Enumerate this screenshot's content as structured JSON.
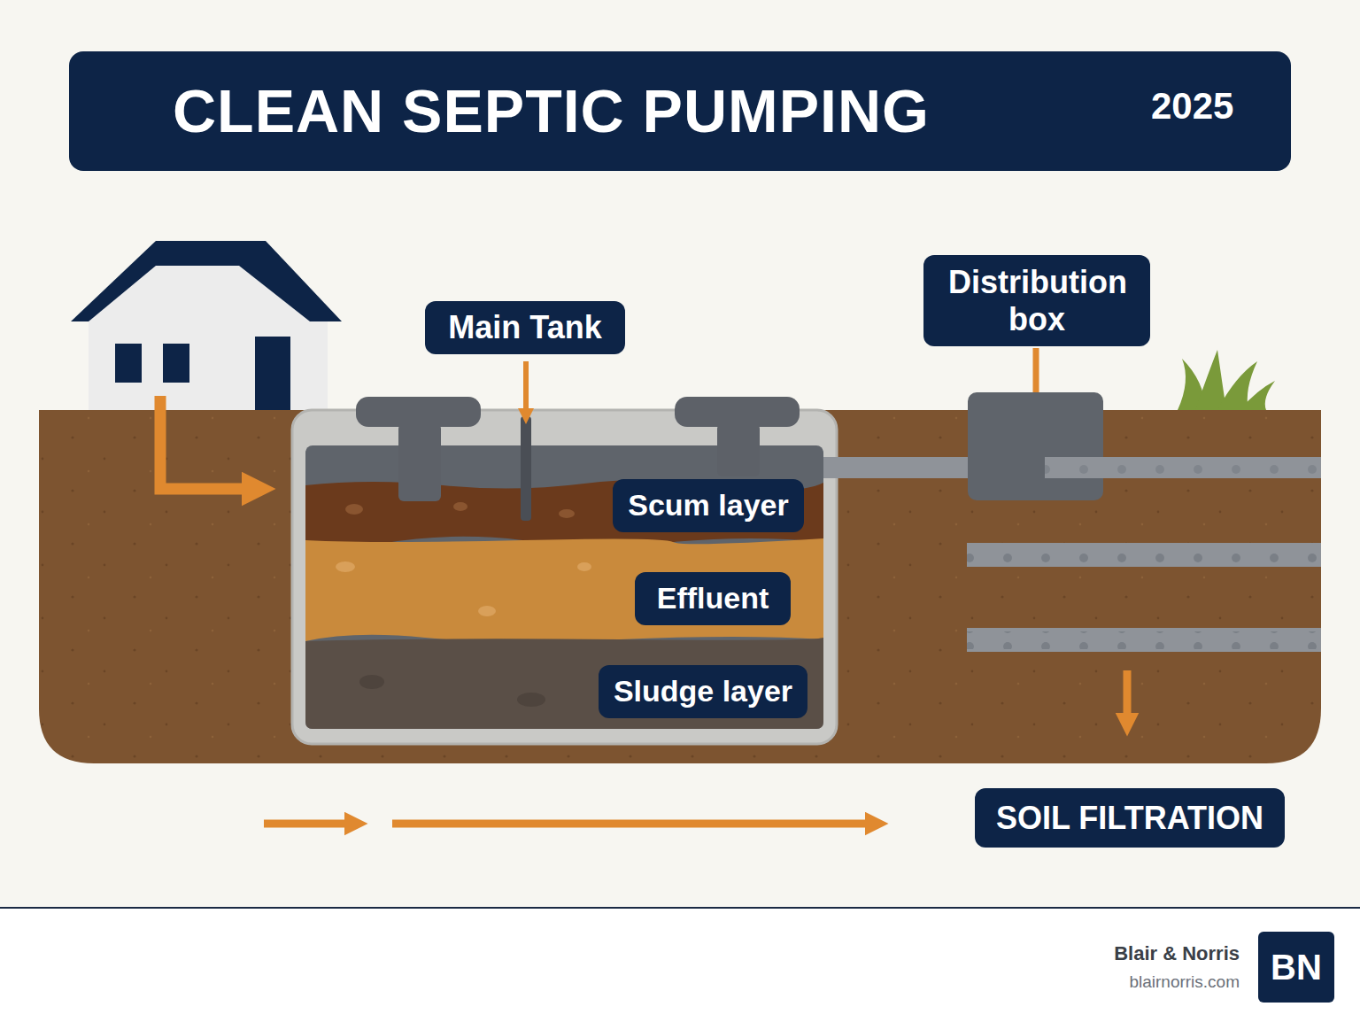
{
  "diagram": {
    "title": "CLEAN SEPTIC PUMPING",
    "nodes": [
      {
        "text": [
          "Main Tank"
        ]
      },
      {
        "text": [
          "Scum layer"
        ]
      },
      {
        "text": [
          "Effluent"
        ]
      },
      {
        "text": [
          "Sludge layer"
        ]
      },
      {
        "text": [
          "Distribution box"
        ]
      },
      {
        "text": [
          "SOIL FILTRATION"
        ]
      },
      {
        "text": [
          "BN"
        ]
      }
    ],
    "labels": [
      "2025",
      "Blair & Norris",
      "blairnorris.com"
    ]
  }
}
